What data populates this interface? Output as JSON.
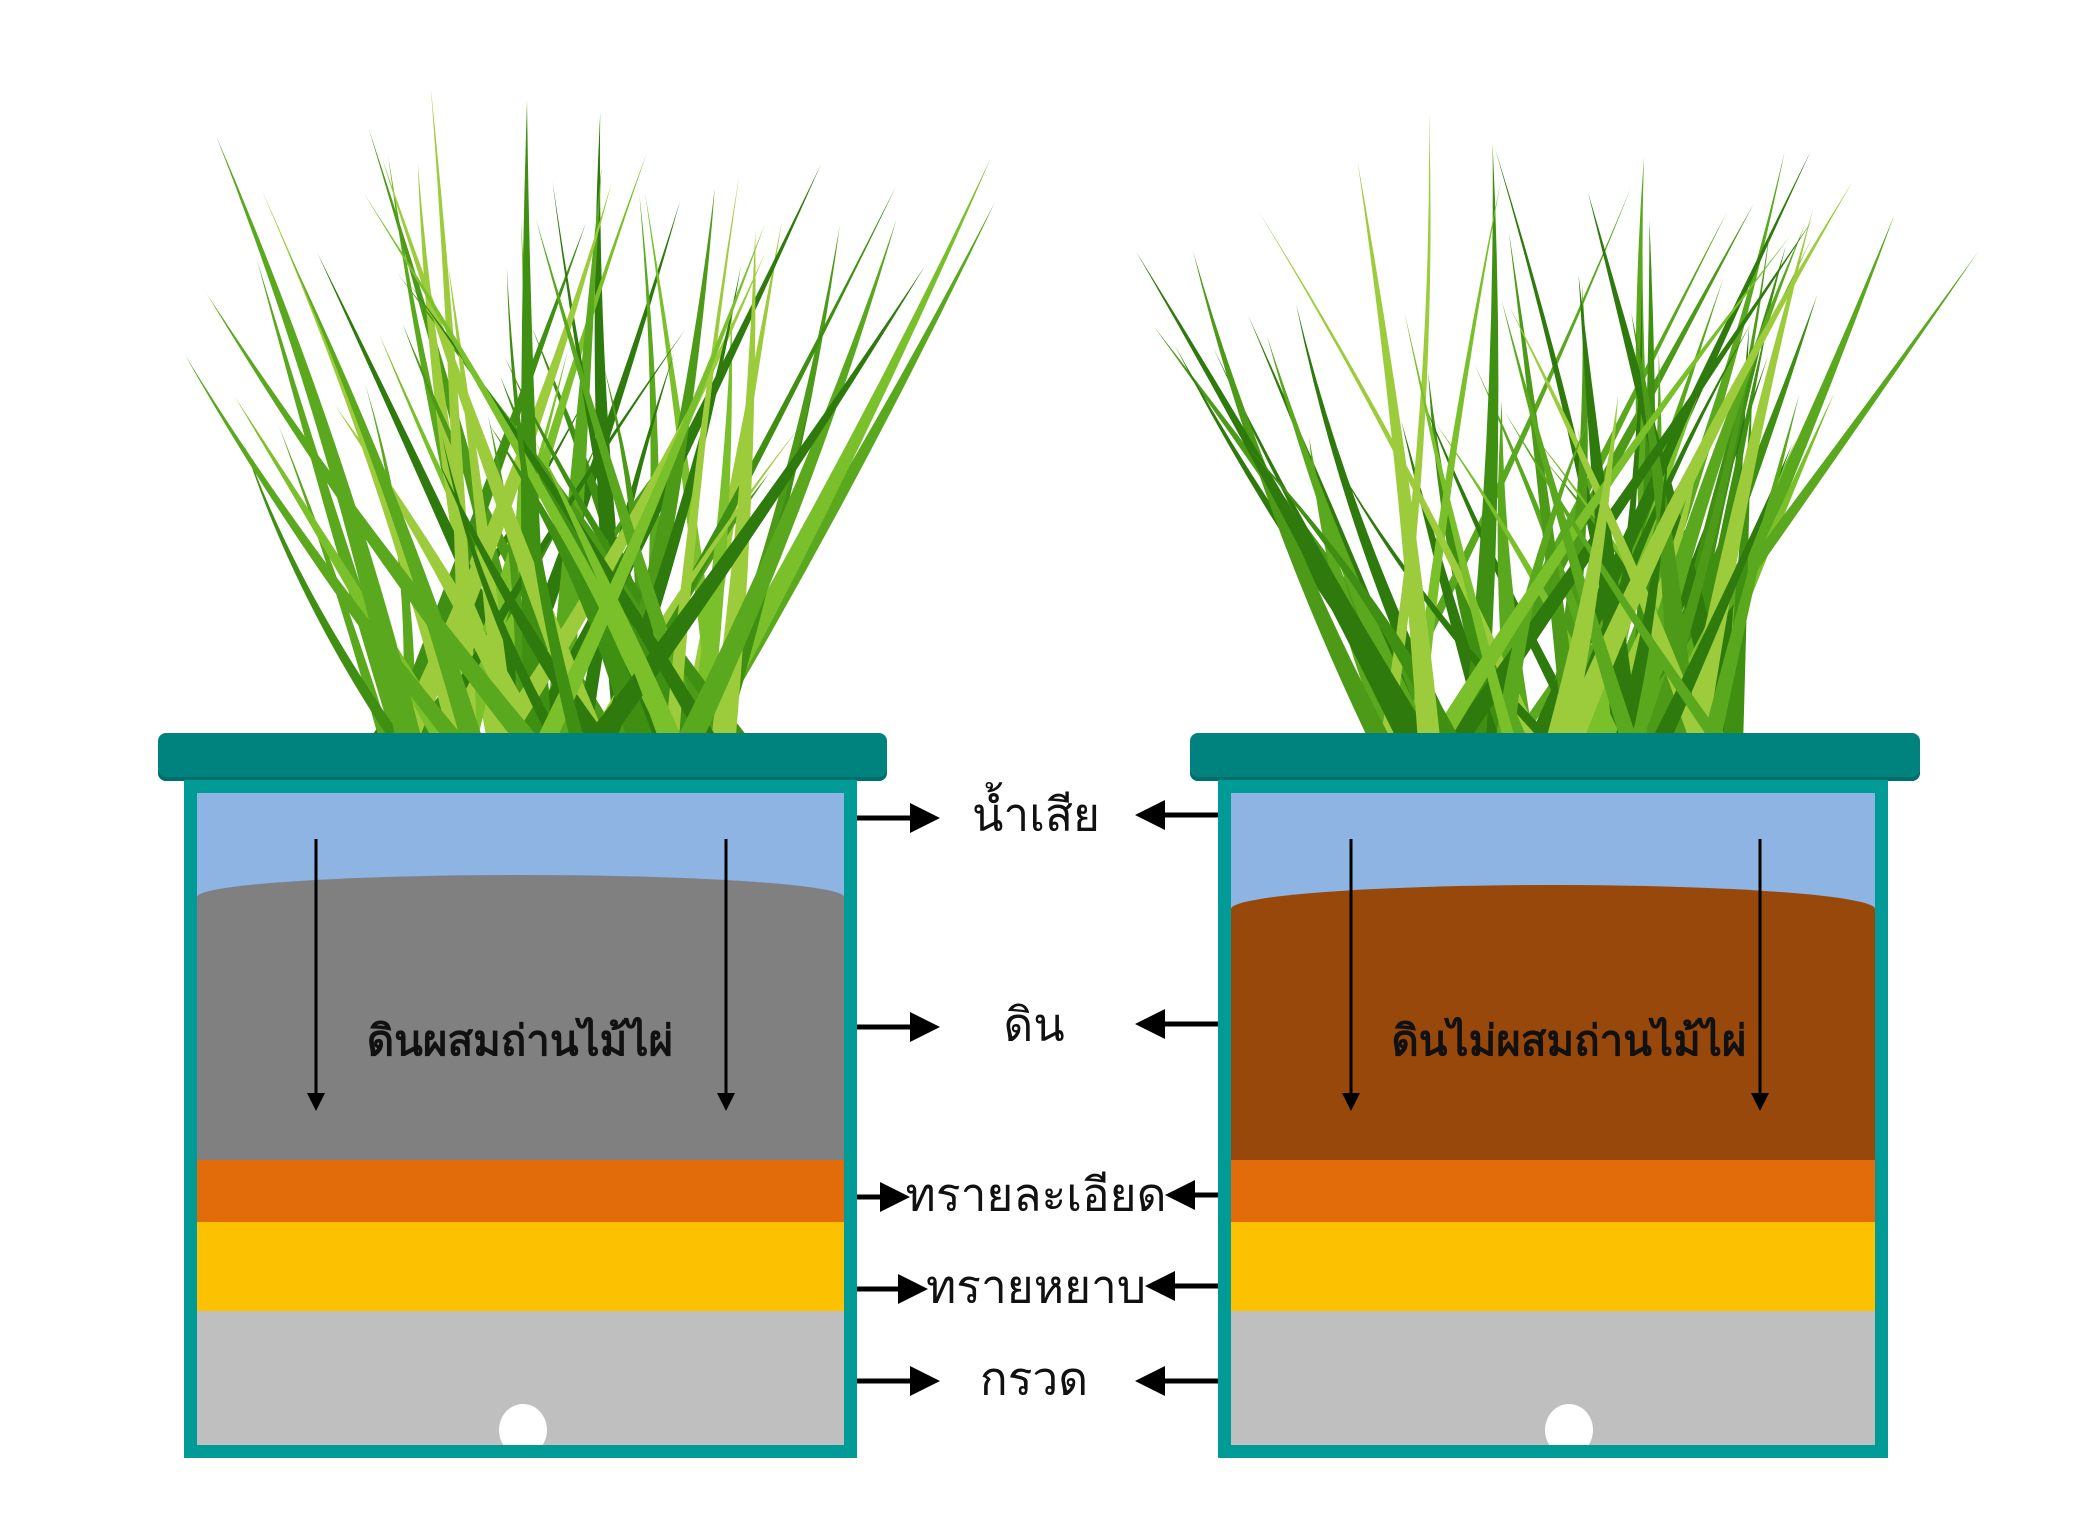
{
  "labels": {
    "wastewater": "น้ำเสีย",
    "soil": "ดิน",
    "fine_sand": "ทรายละเอียด",
    "coarse_sand": "ทรายหยาบ",
    "gravel": "กรวด"
  },
  "pots": [
    {
      "label": "ดินผสมถ่านไม้ไผ่",
      "soil_color": "#808080"
    },
    {
      "label": "ดินไม่ผสมถ่านไม้ไผ่",
      "soil_color": "#98480a"
    }
  ],
  "colors": {
    "rim": "#00827f",
    "border": "#009a97",
    "water": "#8db4e2",
    "fine_sand": "#e26b0a",
    "coarse_sand": "#fcc100",
    "gravel": "#bfbfbf",
    "grass": "#5aa81e"
  }
}
